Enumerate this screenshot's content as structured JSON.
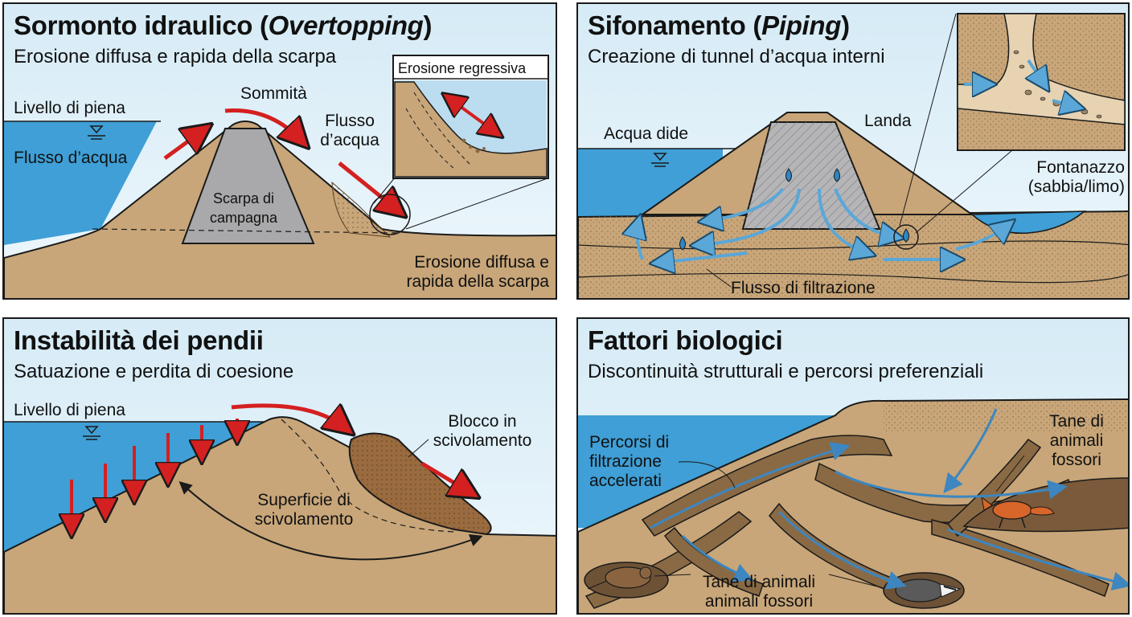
{
  "panels": {
    "overtopping": {
      "title_main": "Sormonto idraulico (",
      "title_italic": "Overtopping",
      "title_end": ")",
      "subtitle": "Erosione diffusa e rapida della scarpa",
      "labels": {
        "flood_level": "Livello di piena",
        "water_flow": "Flusso d’acqua",
        "crest": "Sommità",
        "water_flow_line1": "Flusso",
        "water_flow_line2": "d’acqua",
        "landside_line1": "Scarpa di",
        "landside_line2": "campagna",
        "inset_title": "Erosione regressiva",
        "erosion_line1": "Erosione diffusa e",
        "erosion_line2": "rapida della scarpa"
      }
    },
    "piping": {
      "title_main": "Sifonamento (",
      "title_italic": "Piping",
      "title_end": ")",
      "subtitle": "Creazione di tunnel d’acqua interni",
      "labels": {
        "water_side": "Acqua dide",
        "landside": "Landa",
        "sand_boil_line1": "Fontanazzo",
        "sand_boil_line2": "(sabbia/limo)",
        "seepage": "Flusso di filtrazione"
      }
    },
    "slope": {
      "title": "Instabilità dei pendii",
      "subtitle": "Satuazione e perdita di coesione",
      "labels": {
        "flood_level": "Livello di piena",
        "block_line1": "Blocco in",
        "block_line2": "scivolamento",
        "surface_line1": "Superficie di",
        "surface_line2": "scivolamento"
      }
    },
    "biological": {
      "title": "Fattori biologici",
      "subtitle": "Discontinuità strutturali e percorsi preferenziali",
      "labels": {
        "paths_line1": "Percorsi di",
        "paths_line2": "filtrazione",
        "paths_line3": "accelerati",
        "burrows_right_line1": "Tane di",
        "burrows_right_line2": "animali",
        "burrows_right_line3": "fossori",
        "burrows_bottom_line1": "Tane di animali",
        "burrows_bottom_line2": "animali fossori"
      }
    }
  },
  "colors": {
    "water": "#3f9fd6",
    "soil": "#c8a679",
    "core": "#a9a9ab",
    "arrow_red": "#d42020",
    "flow_blue": "#5aa7d8",
    "outline": "#1a1a1a"
  }
}
